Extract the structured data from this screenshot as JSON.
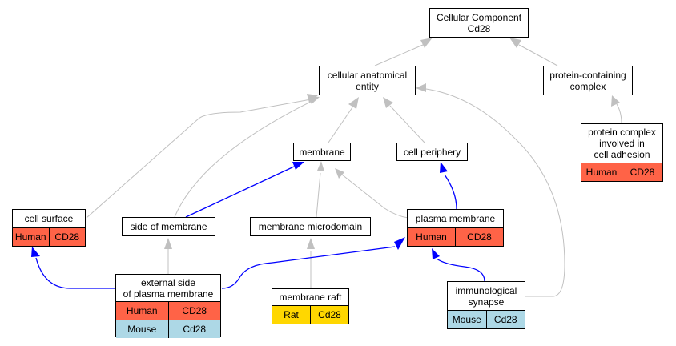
{
  "colors": {
    "human": "#ff6347",
    "mouse": "#add8e6",
    "rat": "#ffd700",
    "edge_isa": "#c0c0c0",
    "edge_partof": "#0000ff"
  },
  "nodes": {
    "cellular_component": {
      "lines": [
        "Cellular Component",
        "Cd28"
      ]
    },
    "cellular_anatomical_entity": {
      "lines": [
        "cellular anatomical",
        "entity"
      ]
    },
    "protein_containing_complex": {
      "lines": [
        "protein-containing",
        "complex"
      ]
    },
    "membrane": {
      "lines": [
        "membrane"
      ]
    },
    "cell_periphery": {
      "lines": [
        "cell periphery"
      ]
    },
    "protein_complex_adhesion": {
      "lines": [
        "protein complex",
        "involved in",
        "cell adhesion"
      ],
      "annotations": [
        [
          "Human",
          "CD28"
        ]
      ]
    },
    "cell_surface": {
      "lines": [
        "cell surface"
      ],
      "annotations": [
        [
          "Human",
          "CD28"
        ]
      ]
    },
    "side_of_membrane": {
      "lines": [
        "side of membrane"
      ]
    },
    "membrane_microdomain": {
      "lines": [
        "membrane microdomain"
      ]
    },
    "plasma_membrane": {
      "lines": [
        "plasma membrane"
      ],
      "annotations": [
        [
          "Human",
          "CD28"
        ]
      ]
    },
    "external_side": {
      "lines": [
        "external side",
        "of plasma membrane"
      ],
      "annotations": [
        [
          "Human",
          "CD28"
        ],
        [
          "Mouse",
          "Cd28"
        ]
      ]
    },
    "membrane_raft": {
      "lines": [
        "membrane raft"
      ],
      "annotations": [
        [
          "Rat",
          "Cd28"
        ]
      ]
    },
    "immunological_synapse": {
      "lines": [
        "immunological",
        "synapse"
      ],
      "annotations": [
        [
          "Mouse",
          "Cd28"
        ]
      ]
    }
  }
}
